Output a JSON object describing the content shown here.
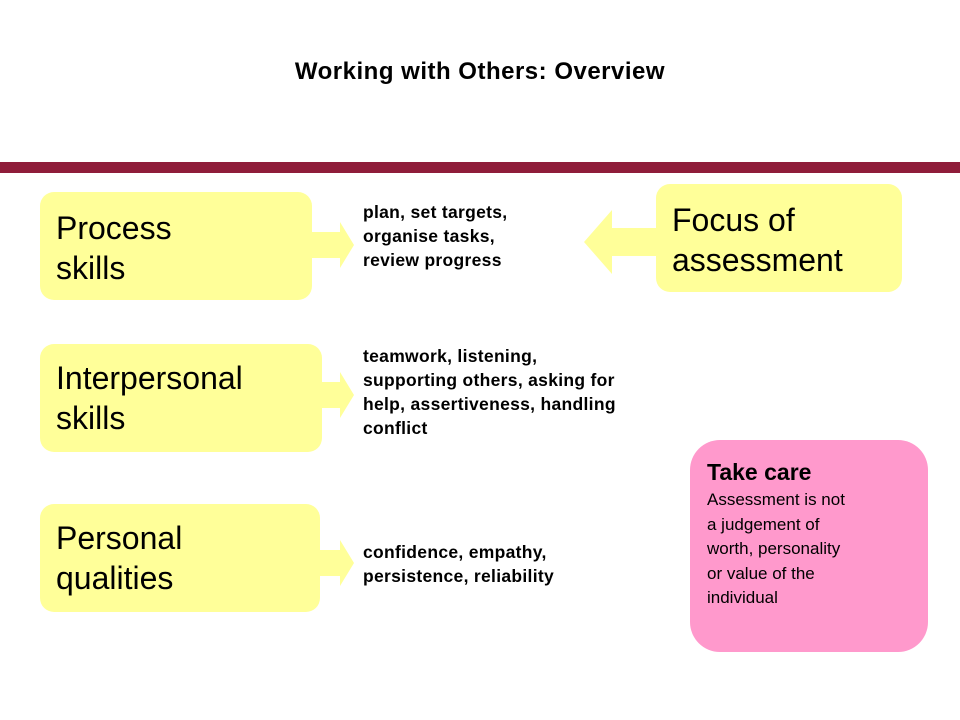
{
  "title": "Working with Others: Overview",
  "colors": {
    "rule": "#8f1d3a",
    "box": "#ffff99",
    "care": "#ff99cc"
  },
  "rows": [
    {
      "label": [
        "Process",
        "skills"
      ],
      "description": [
        "plan, set targets,",
        "organise tasks,",
        "review progress"
      ]
    },
    {
      "label": [
        "Interpersonal",
        "skills"
      ],
      "description": [
        "teamwork, listening,",
        "supporting others, asking for",
        "help, assertiveness, handling",
        "conflict"
      ]
    },
    {
      "label": [
        "Personal",
        "qualities"
      ],
      "description": [
        "confidence, empathy,",
        "persistence, reliability"
      ]
    }
  ],
  "focus": {
    "label": [
      "Focus of",
      "assessment"
    ]
  },
  "care": {
    "title": "Take care",
    "body": [
      "Assessment is not",
      "a judgement of",
      "worth, personality",
      "or value of the",
      "individual"
    ]
  }
}
